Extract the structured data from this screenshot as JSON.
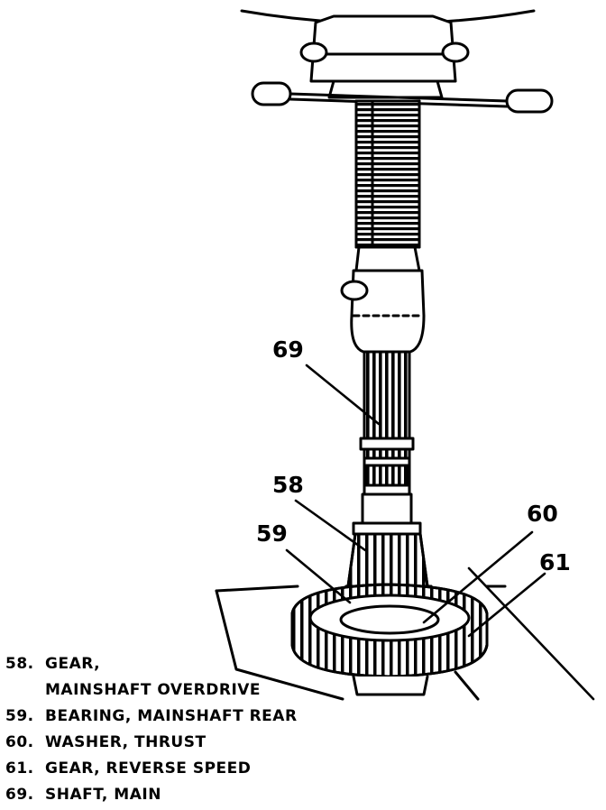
{
  "callouts": {
    "c69": "69",
    "c58": "58",
    "c59": "59",
    "c60": "60",
    "c61": "61"
  },
  "legend": [
    {
      "number": "58.",
      "text": "GEAR,"
    },
    {
      "number": "",
      "text": "MAINSHAFT OVERDRIVE"
    },
    {
      "number": "59.",
      "text": "BEARING, MAINSHAFT REAR"
    },
    {
      "number": "60.",
      "text": "WASHER, THRUST"
    },
    {
      "number": "61.",
      "text": "GEAR, REVERSE SPEED"
    },
    {
      "number": "69.",
      "text": "SHAFT, MAIN"
    }
  ]
}
